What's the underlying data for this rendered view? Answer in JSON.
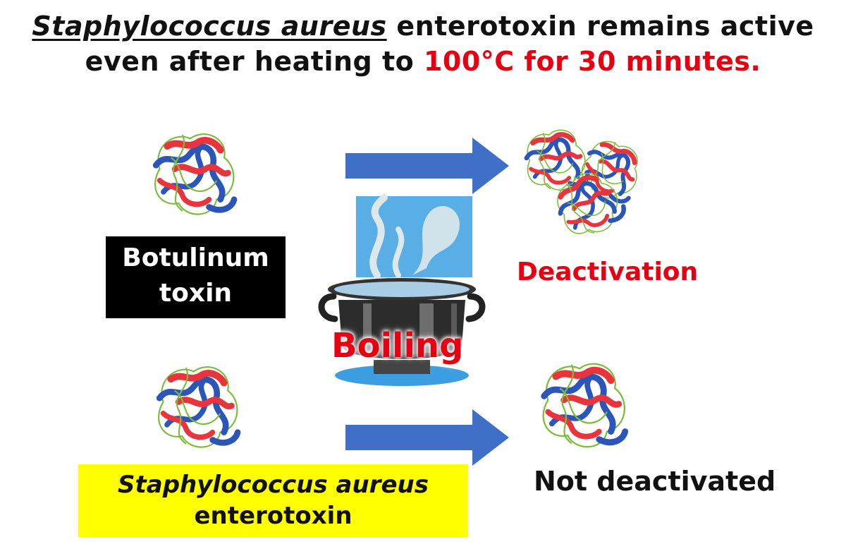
{
  "title": {
    "line1_italic": "Staphylococcus aureus",
    "line1_rest": " enterotoxin remains active",
    "line2_black": "even after heating to ",
    "line2_red": "100°C for 30 minutes."
  },
  "top_row": {
    "label": "Botulinum toxin",
    "label_line1": "Botulinum",
    "label_line2": "toxin",
    "result": "Deactivation"
  },
  "bottom_row": {
    "label_line1_italic": "Staphylococcus aureus",
    "label_line2": "enterotoxin",
    "result": "Not deactivated"
  },
  "center": {
    "process_label": "Boiling"
  },
  "colors": {
    "accent_red": "#e60012",
    "arrow_blue": "#3f6fc6",
    "highlight_yellow": "#ffff00",
    "steam_bg": "#5aaee6",
    "protein_red": "#e8343c",
    "protein_blue": "#2b55b8",
    "protein_green": "#7dbb3a"
  },
  "icons": [
    "protein-structure-icon",
    "fragmented-protein-icon",
    "boiling-pot-icon",
    "right-arrow-icon"
  ]
}
